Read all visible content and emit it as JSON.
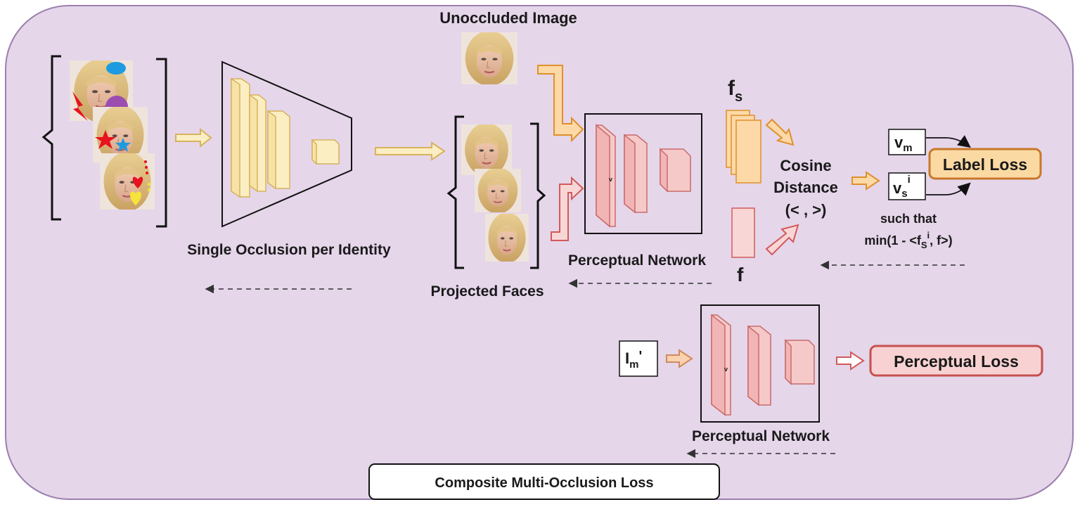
{
  "labels": {
    "unoccluded_image": "Unoccluded Image",
    "single_occlusion": "Single Occlusion per Identity",
    "projected_faces": "Projected Faces",
    "perceptual_network_top": "Perceptual Network",
    "perceptual_network_bottom": "Perceptual Network",
    "fs_base": "f",
    "fs_sub": "s",
    "f": "f",
    "cosine_1": "Cosine",
    "cosine_2": "Distance",
    "cosine_3": "(< , >)",
    "vm_base": "v",
    "vm_sub": "m",
    "vs_base": "v",
    "vs_sub": "s",
    "vs_sup": "i",
    "label_loss": "Label Loss",
    "such_that": "such that",
    "min_a": "min(1 - <f",
    "min_sub": "S",
    "min_sup": "i",
    "min_b": ", f>)",
    "im_base": "I",
    "im_sub": "m",
    "im_prime": "'",
    "perceptual_loss": "Perceptual Loss",
    "composite_loss": "Composite Multi-Occlusion Loss",
    "layer_mark": "v"
  },
  "colors": {
    "panel_fill": "#e5d6ea",
    "panel_stroke": "#9b7fae",
    "decoder_fill": "#fbeec2",
    "decoder_stroke": "#d8b25c",
    "net_fill": "#f6c9c9",
    "net_stroke": "#c96a6a",
    "feat_fill": "#fdd9a8",
    "feat_stroke": "#e0902a",
    "label_loss_fill": "#fbd9a3",
    "label_loss_stroke": "#c8782a",
    "perc_loss_fill": "#f8d2d2",
    "perc_loss_stroke": "#c65050",
    "perc_loss_text": "#b82a2a"
  }
}
